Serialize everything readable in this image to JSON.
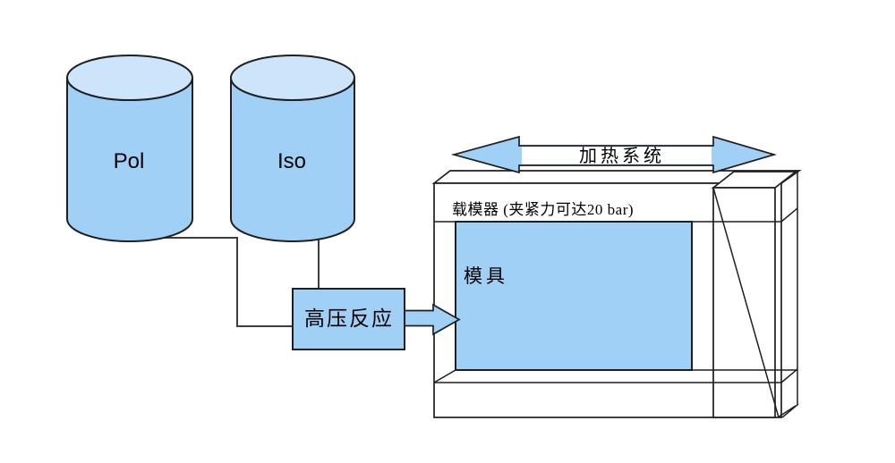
{
  "colors": {
    "shape_blue": "#a0d0f6",
    "cylinder_top_blue": "#cde5fb",
    "outline": "#1f1f1f",
    "connector_line": "#3d3d3d",
    "label_text": "#000000",
    "background": "#ffffff"
  },
  "diagram": {
    "tanks": [
      {
        "label": "Pol"
      },
      {
        "label": "Iso"
      }
    ],
    "reaction_box": {
      "label": "高压反应"
    },
    "heating_arrow": {
      "label": "加热系统"
    },
    "mold_carrier": {
      "label": "载模器 (夹紧力可达20 bar)"
    },
    "mold": {
      "label": "模具"
    }
  }
}
